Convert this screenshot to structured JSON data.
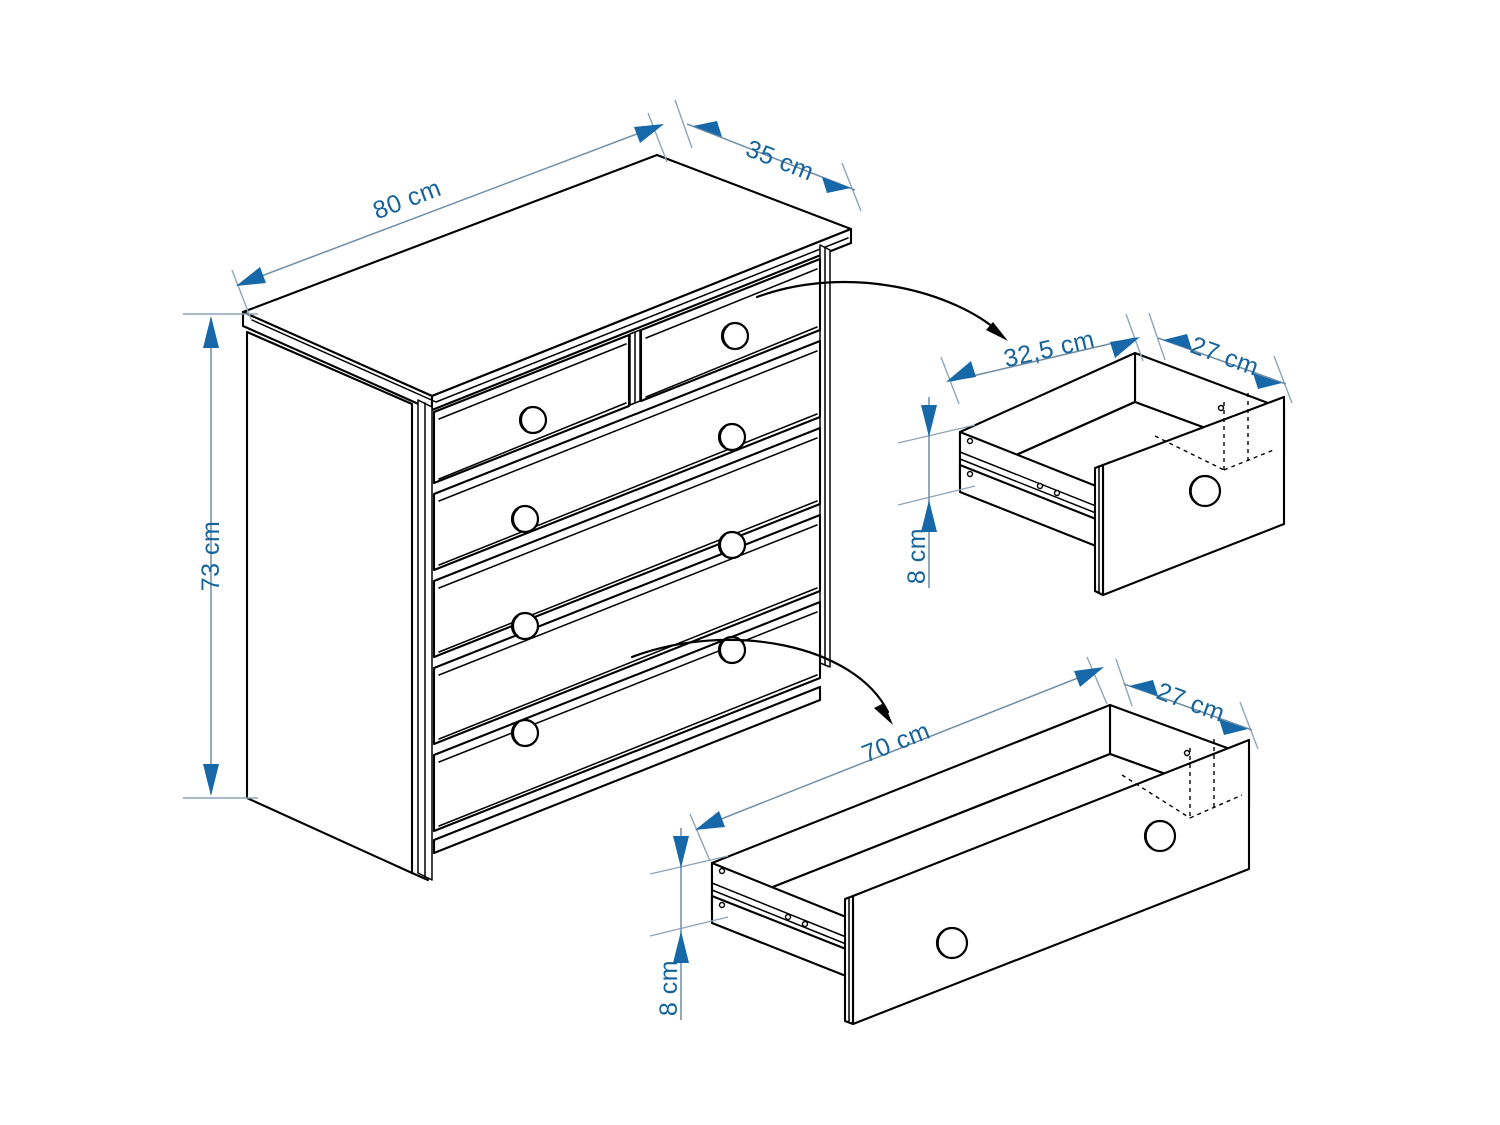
{
  "drawing": {
    "title": "Chest of drawers technical dimension drawing",
    "background_color": "#ffffff",
    "line_color": "#000000",
    "dimension_color": "#15639b",
    "dimension_line_color": "#6f8ea6",
    "unit": "cm"
  },
  "cabinet": {
    "name": "chest-of-drawers",
    "drawer_count": 5,
    "small_drawer_count": 2,
    "wide_drawer_count": 3,
    "dimensions": {
      "width": {
        "label": "80 cm",
        "value": 80,
        "unit": "cm"
      },
      "depth": {
        "label": "35 cm",
        "value": 35,
        "unit": "cm"
      },
      "height": {
        "label": "73 cm",
        "value": 73,
        "unit": "cm"
      }
    }
  },
  "small_drawer": {
    "name": "small-drawer",
    "dimensions": {
      "width": {
        "label": "32,5 cm",
        "value": 32.5,
        "unit": "cm"
      },
      "depth": {
        "label": "27 cm",
        "value": 27,
        "unit": "cm"
      },
      "height": {
        "label": "8 cm",
        "value": 8,
        "unit": "cm"
      }
    }
  },
  "wide_drawer": {
    "name": "wide-drawer",
    "dimensions": {
      "width": {
        "label": "70 cm",
        "value": 70,
        "unit": "cm"
      },
      "depth": {
        "label": "27 cm",
        "value": 27,
        "unit": "cm"
      },
      "height": {
        "label": "8 cm",
        "value": 8,
        "unit": "cm"
      }
    }
  },
  "labels": {
    "cabinet_width": "80 cm",
    "cabinet_depth": "35 cm",
    "cabinet_height": "73 cm",
    "small_drawer_width": "32,5 cm",
    "small_drawer_depth": "27 cm",
    "small_drawer_height": "8 cm",
    "wide_drawer_width": "70 cm",
    "wide_drawer_depth": "27 cm",
    "wide_drawer_height": "8 cm"
  }
}
